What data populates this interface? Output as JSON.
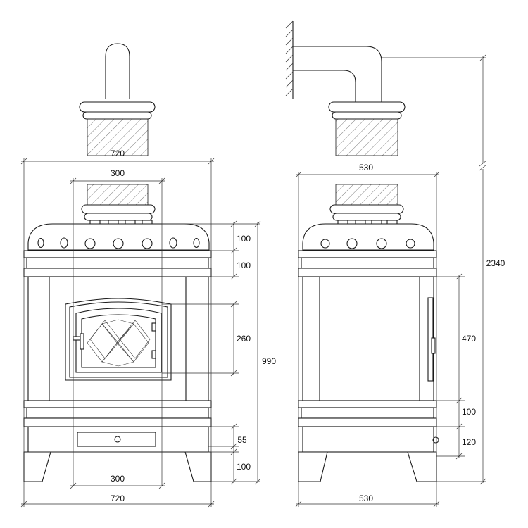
{
  "diagram": {
    "views": [
      "front-view",
      "side-view"
    ],
    "front_dimensions": {
      "overall_width_top": "720",
      "flue_width": "300",
      "dome_height": "100",
      "band_height": "100",
      "door_height": "260",
      "body_height": "990",
      "drawer_height": "55",
      "leg_height": "100",
      "drawer_width": "300",
      "overall_width_bottom": "720"
    },
    "side_dimensions": {
      "depth_top": "530",
      "total_height": "2340",
      "body_height": "470",
      "band_height": "100",
      "base_height": "120",
      "depth_bottom": "530"
    },
    "colors": {
      "line": "#1a1a1a",
      "background": "#ffffff"
    }
  }
}
